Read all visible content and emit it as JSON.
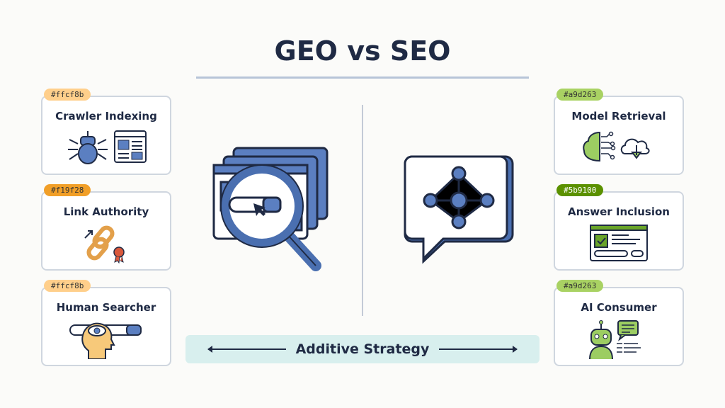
{
  "title": "GEO vs SEO",
  "left_cards": [
    {
      "badge": "#ffcf8b",
      "label": "Crawler Indexing",
      "icon": "spider-bot-icon"
    },
    {
      "badge": "#f19f28",
      "label": "Link Authority",
      "icon": "chain-link-icon"
    },
    {
      "badge": "#ffcf8b",
      "label": "Human Searcher",
      "icon": "head-eye-search-icon"
    }
  ],
  "right_cards": [
    {
      "badge": "#a9d263",
      "label": "Model Retrieval",
      "icon": "brain-cloud-icon"
    },
    {
      "badge": "#5b9100",
      "label": "Answer Inclusion",
      "icon": "answer-window-icon"
    },
    {
      "badge": "#a9d263",
      "label": "AI Consumer",
      "icon": "robot-chat-icon"
    }
  ],
  "center": {
    "seo_icon": "magnifier-pages-icon",
    "geo_icon": "chat-network-icon"
  },
  "footer": {
    "label": "Additive Strategy"
  },
  "colors": {
    "blue": "#4a6fb0",
    "orange": "#f19f28",
    "green": "#5b9100",
    "strip": "#d8efee"
  }
}
